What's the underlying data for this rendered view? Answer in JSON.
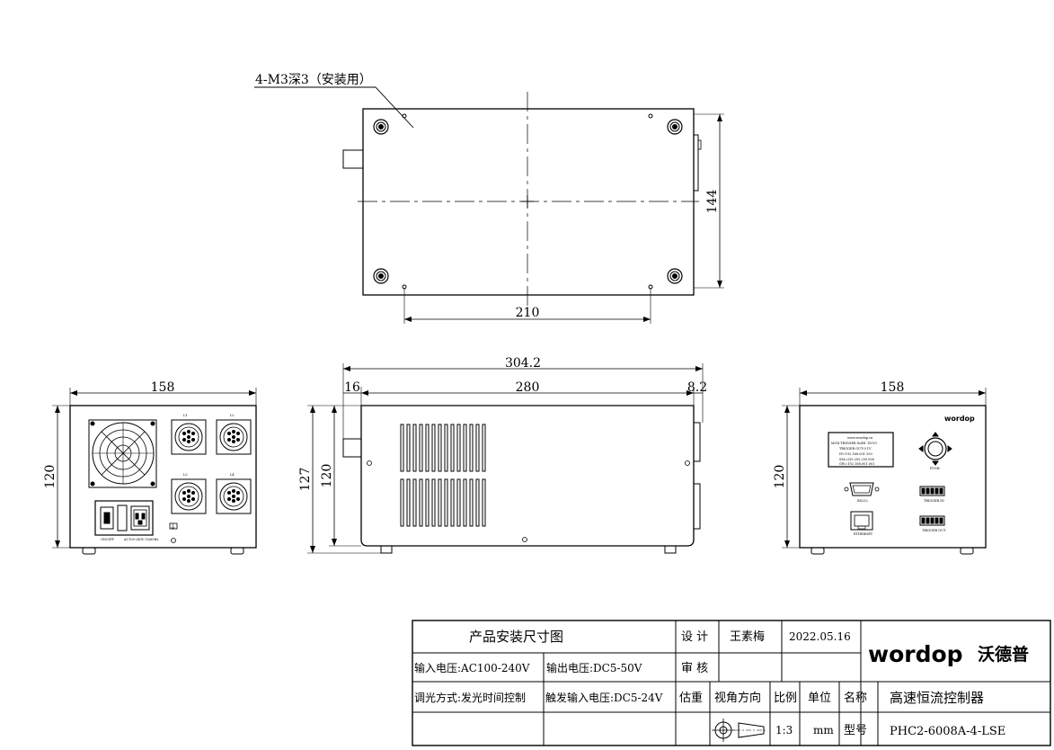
{
  "annotation": {
    "mount_note": "4-M3深3（安装用）"
  },
  "dimensions": {
    "top_height": "144",
    "top_hole_spacing": "210",
    "rear_width": "158",
    "rear_height": "120",
    "side_total": "304.2",
    "side_left": "16",
    "side_mid": "280",
    "side_right": "8.2",
    "side_height_outer": "127",
    "side_height_inner": "120",
    "front_width": "158",
    "front_height": "120"
  },
  "rear_panel": {
    "conn_l1": "L1",
    "conn_l2": "L2",
    "conn_l3": "L3",
    "conn_l4": "L4",
    "power_label": "ON/OFF",
    "power_rating": "AC100-240V 50/60Hz",
    "ground_label": "⏚"
  },
  "front_panel": {
    "brand": "wordop",
    "lcd_lines": [
      "www.wordop.cn",
      "MOD-TRIGGER  Xs/B1   1D-V0",
      "TRIGGER  OUT:0.1V",
      "IP=192.168.001.100",
      "SM=255.255.255.000",
      "GW=192.168.001.001"
    ],
    "knob_label": "PUSH",
    "rs232_label": "RS232",
    "ethernet_label": "ETHERNET",
    "trigger_in_label": "TRIGGER IN",
    "trigger_out_label": "TRIGGER OUT"
  },
  "title_block": {
    "drawing_title": "产品安装尺寸图",
    "design_label": "设 计",
    "designer": "王素梅",
    "date": "2022.05.16",
    "input_voltage": "输入电压:AC100-240V",
    "output_voltage": "输出电压:DC5-50V",
    "review_label": "审 核",
    "dimming_mode": "调光方式:发光时间控制",
    "trigger_voltage": "触发输入电压:DC5-24V",
    "weight_label": "估重",
    "view_label": "视角方向",
    "scale_label": "比例",
    "unit_label": "单位",
    "name_label": "名称",
    "product_name": "高速恒流控制器",
    "scale": "1:3",
    "unit": "mm",
    "model_label": "型号",
    "model": "PHC2-6008A-4-LSE",
    "logo_latin": "wordop",
    "logo_cn": "沃德普"
  }
}
